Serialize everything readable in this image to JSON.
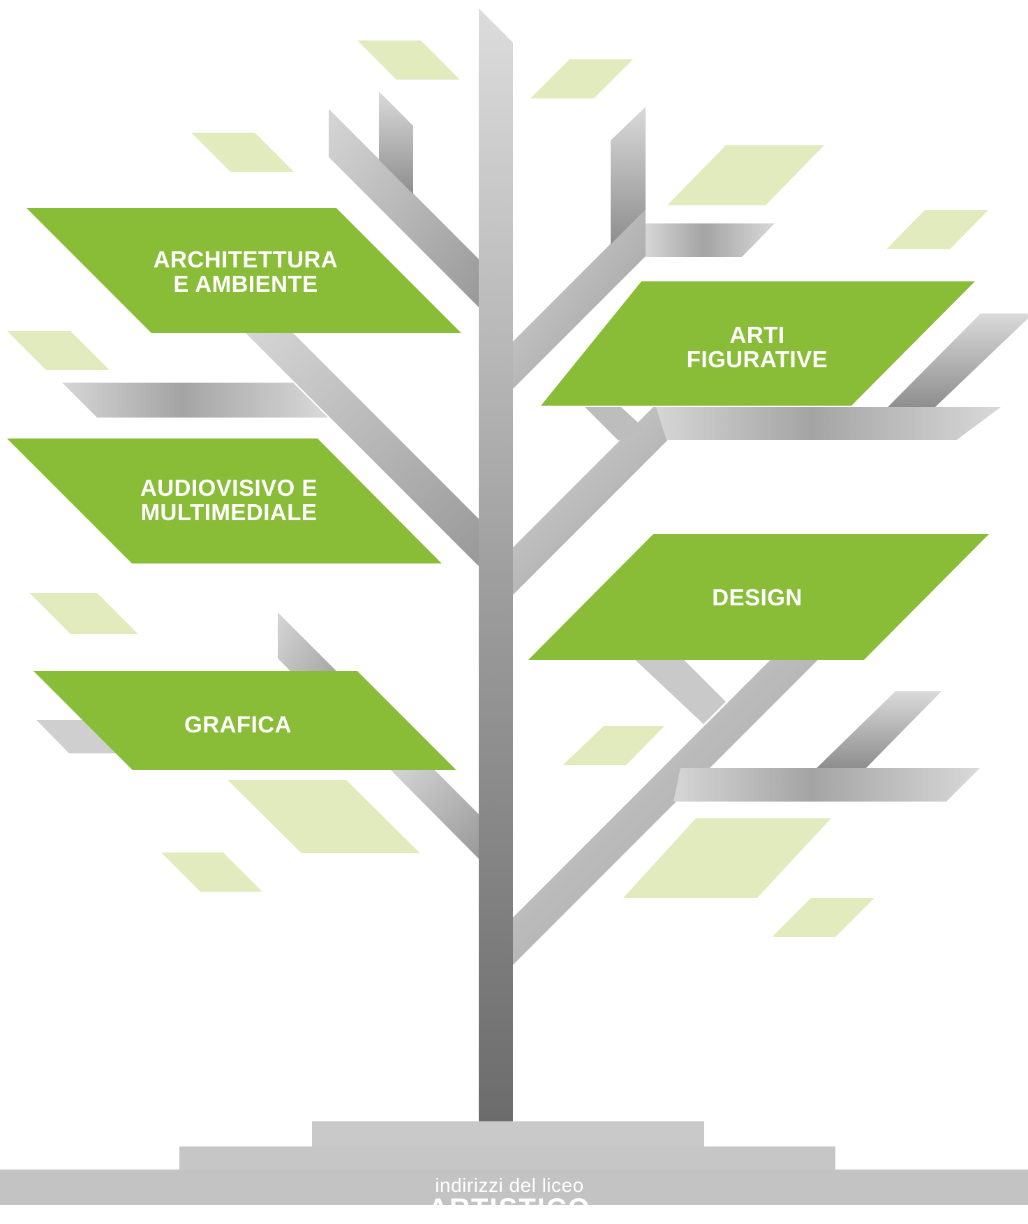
{
  "diagram": {
    "branches": [
      {
        "id": "architettura",
        "lines": [
          "ARCHITETTURA",
          "E AMBIENTE"
        ]
      },
      {
        "id": "arti",
        "lines": [
          "ARTI",
          "FIGURATIVE"
        ]
      },
      {
        "id": "audiovisivo",
        "lines": [
          "AUDIOVISIVO E",
          "MULTIMEDIALE"
        ]
      },
      {
        "id": "design",
        "lines": [
          "DESIGN"
        ]
      },
      {
        "id": "grafica",
        "lines": [
          "GRAFICA"
        ]
      }
    ],
    "base": {
      "subtitle": "indirizzi del liceo",
      "title": "ARTISTICO"
    },
    "colors": {
      "leaf_green": "#89bc37",
      "leaf_light": "#e1ebbd",
      "trunk_light": "#dadada",
      "trunk_dark": "#6e6e6e",
      "text": "#ffffff"
    }
  }
}
